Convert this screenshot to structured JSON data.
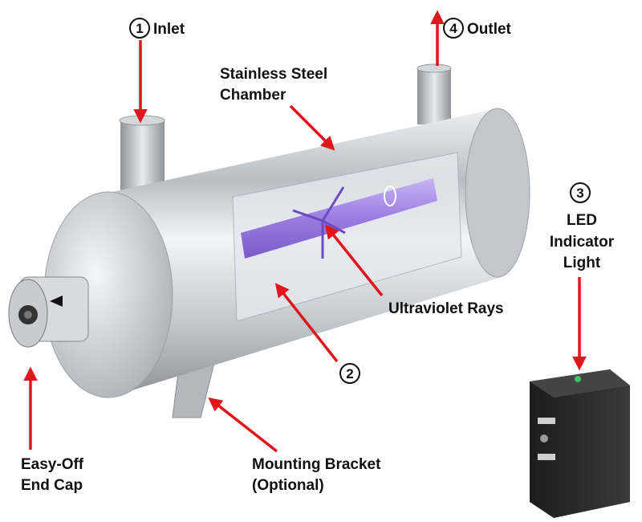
{
  "title": "UV Water Sterilizer Components",
  "colors": {
    "arrow": "#e0161c",
    "uv": "#9a7be0",
    "steel": "#c9cdd2"
  },
  "labels": {
    "inlet": {
      "number": "1",
      "text": "Inlet"
    },
    "outlet": {
      "number": "4",
      "text": "Outlet"
    },
    "chamber": {
      "line1": "Stainless Steel",
      "line2": "Chamber"
    },
    "led": {
      "number": "3",
      "line1": "LED",
      "line2": "Indicator",
      "line3": "Light"
    },
    "uv_rays": {
      "text": "Ultraviolet Rays"
    },
    "lamp": {
      "number": "2"
    },
    "end_cap": {
      "line1": "Easy-Off",
      "line2": "End Cap"
    },
    "bracket": {
      "line1": "Mounting Bracket",
      "line2": "(Optional)"
    }
  }
}
